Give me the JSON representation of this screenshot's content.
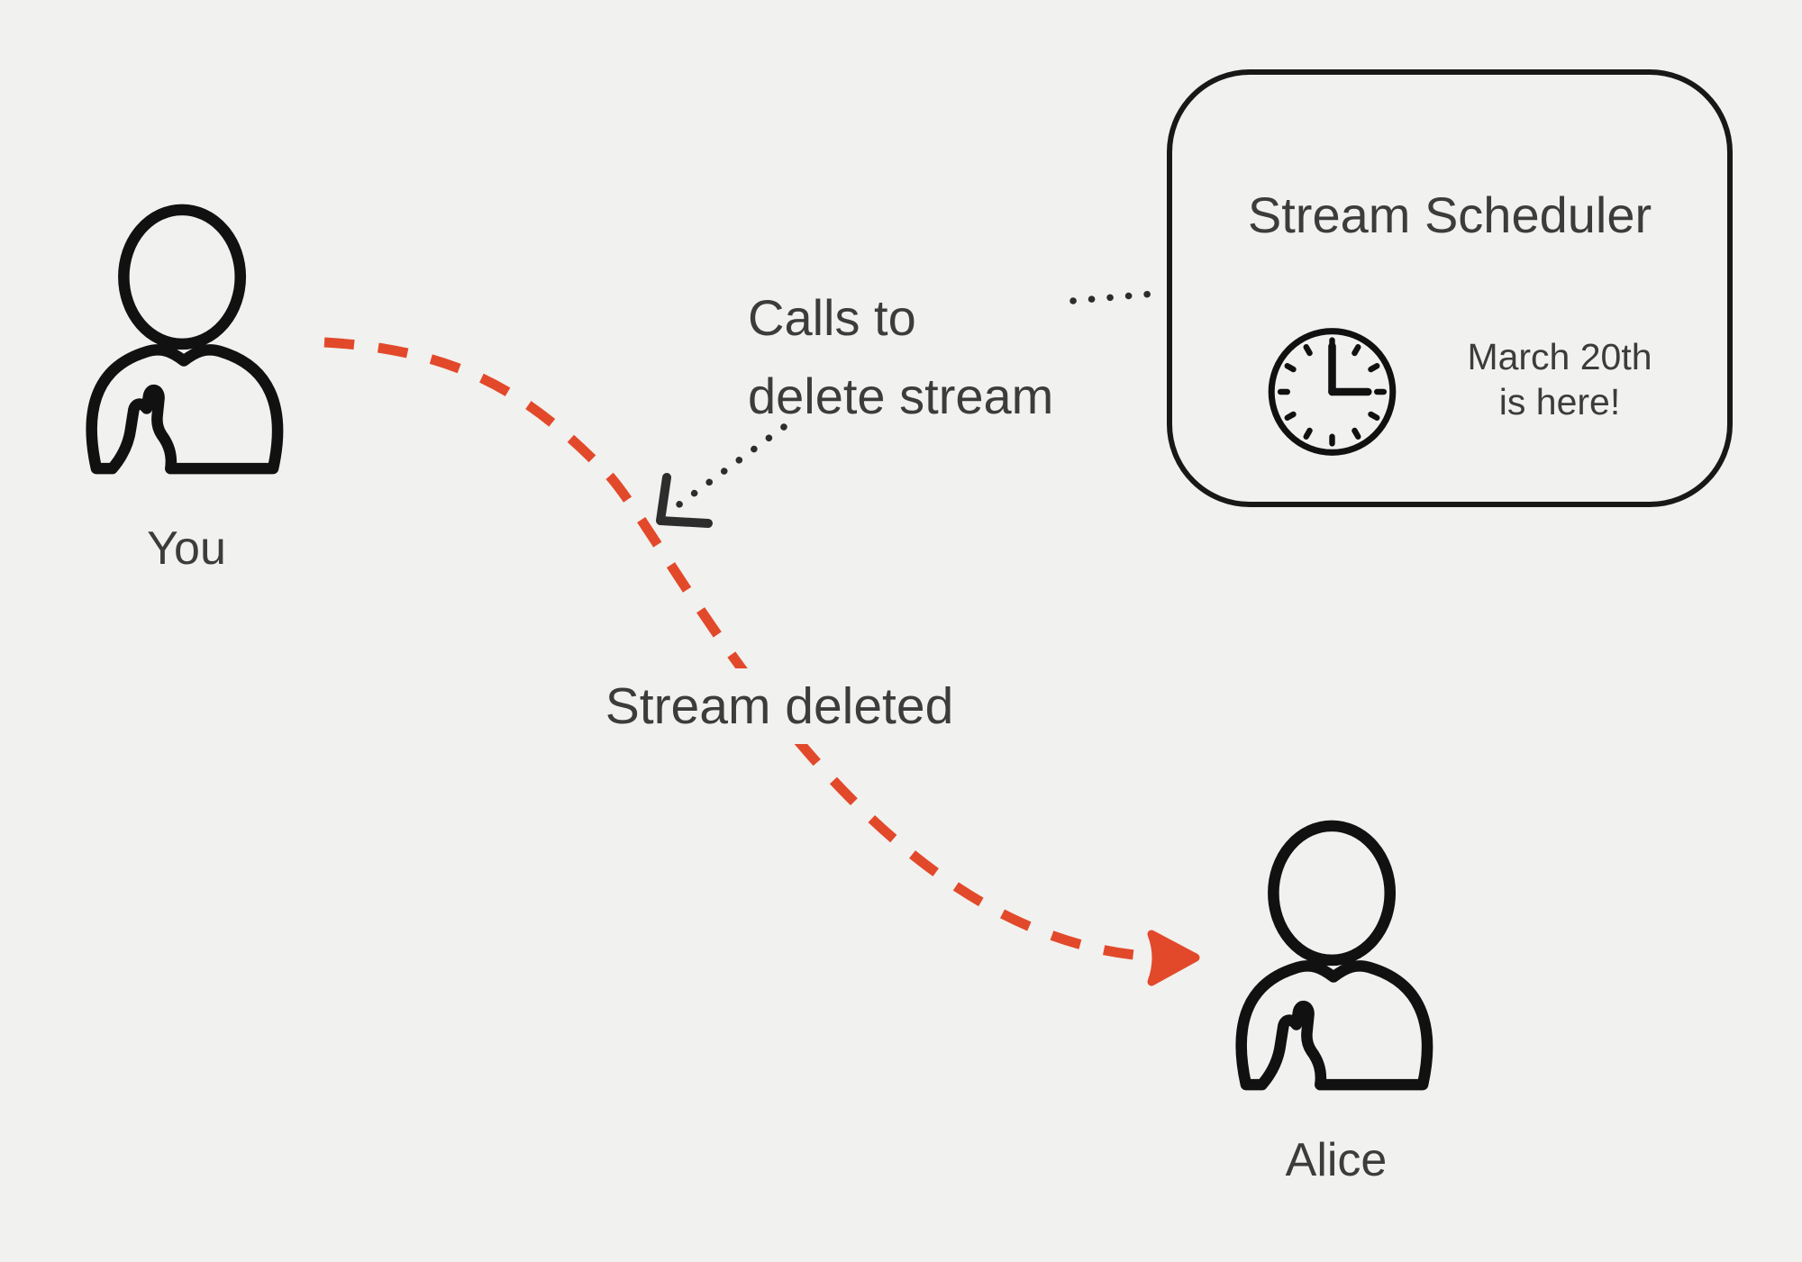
{
  "page": {
    "background": "#f1f1ef"
  },
  "palette": {
    "ink": "#181818",
    "text_gray": "#3c3c3c",
    "accent_red": "#e2492b"
  },
  "actors": {
    "you": {
      "label": "You",
      "icon": "person-icon"
    },
    "alice": {
      "label": "Alice",
      "icon": "person-icon"
    }
  },
  "scheduler": {
    "title": "Stream Scheduler",
    "icon": "clock-icon",
    "clock_time": "3:00",
    "note_line1": "March 20th",
    "note_line2": "is here!"
  },
  "annotations": {
    "call_line1": "Calls to",
    "call_line2": "delete stream",
    "stream_deleted": "Stream deleted"
  }
}
